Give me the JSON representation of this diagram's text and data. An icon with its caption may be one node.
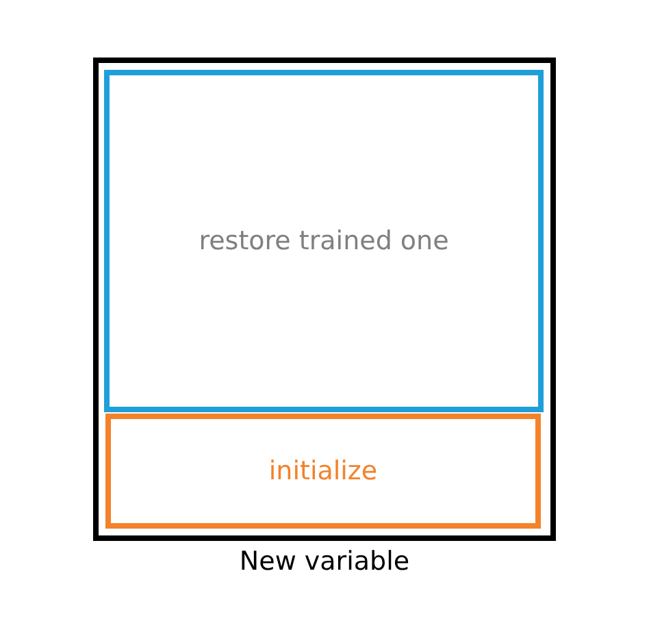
{
  "diagram": {
    "nodes": [
      {
        "text": [
          "New variable"
        ]
      },
      {
        "text": [
          "restore trained one"
        ],
        "in": 0
      },
      {
        "text": [
          "initialize"
        ],
        "in": 0
      }
    ]
  }
}
